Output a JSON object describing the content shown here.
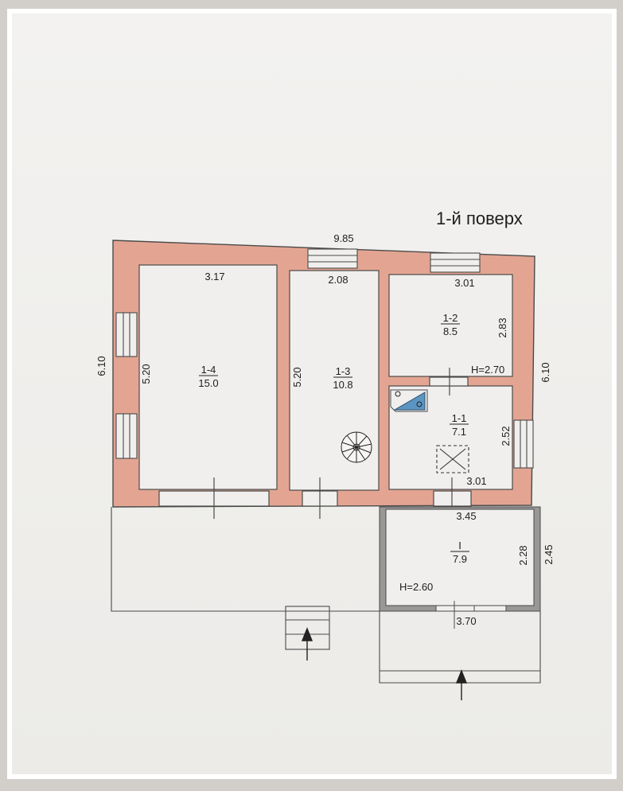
{
  "floor_title": "1-й поверх",
  "dimensions": {
    "overall_width": "9.85",
    "overall_height_left": "6.10",
    "overall_height_right": "6.10",
    "room_1_4_width": "3.17",
    "room_1_4_height": "5.20",
    "room_1_3_width": "2.08",
    "room_1_3_height": "5.20",
    "room_1_2_width": "3.01",
    "room_1_2_height": "2.83",
    "room_1_1_width": "3.01",
    "room_1_1_height": "2.52",
    "annex_top_width": "3.45",
    "annex_inner_height": "2.28",
    "annex_outer_height": "2.45",
    "annex_bottom_width": "3.70"
  },
  "rooms": [
    {
      "id": "1-4",
      "area": "15.0"
    },
    {
      "id": "1-3",
      "area": "10.8"
    },
    {
      "id": "1-2",
      "area": "8.5"
    },
    {
      "id": "1-1",
      "area": "7.1"
    },
    {
      "id": "I",
      "area": "7.9"
    }
  ],
  "ceiling_heights": {
    "main": "H=2.70",
    "annex": "H=2.60"
  },
  "colors": {
    "wall_fill": "#e3a592",
    "wall_line": "#4a4a4a",
    "stove_fill": "#5b95c2",
    "paper": "#efeeec"
  },
  "icons": [
    "spiral-stair-icon",
    "stove-icon",
    "hatch-icon",
    "entry-arrow-icon"
  ]
}
